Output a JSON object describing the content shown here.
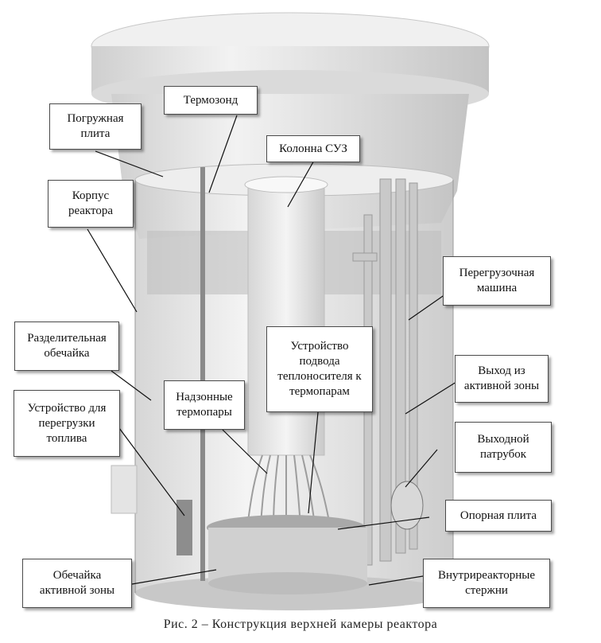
{
  "labels": {
    "termozond": "Термозонд",
    "pogruzhnaya": "Погружная\nплита",
    "kolonna": "Колонна СУЗ",
    "korpus": "Корпус\nреактора",
    "peregruzochnaya": "Перегрузочная\nмашина",
    "razdelitelnaya": "Разделительная\nобечайка",
    "podvod": "Устройство\nподвода\nтеплоносителя к\nтермопарам",
    "vyhod": "Выход из\nактивной зоны",
    "ustroistvo_peregruzki": "Устройство для\nперегрузки\nтоплива",
    "nadzonnye": "Надзонные\nтермопары",
    "patrubok": "Выходной\nпатрубок",
    "opornaya": "Опорная плита",
    "obechaika_az": "Обечайка\nактивной зоны",
    "vnutrireaktornye": "Внутриреакторные\nстержни"
  },
  "caption": "Рис. 2 – Конструкция верхней камеры реактора",
  "colors": {
    "vessel": "#e6e6e6",
    "inner": "#d2d2d2",
    "line": "#1a1a1a"
  }
}
